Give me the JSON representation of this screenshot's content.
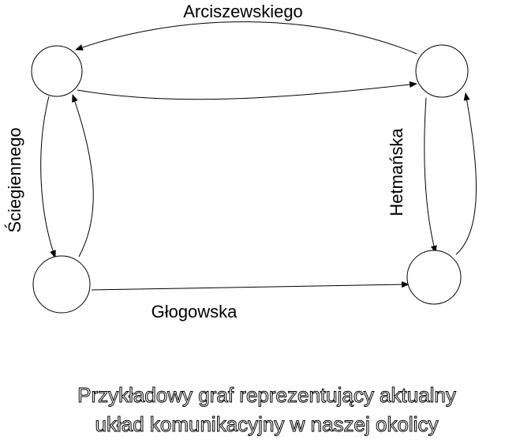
{
  "diagram": {
    "nodes": [
      {
        "id": "top-left"
      },
      {
        "id": "top-right"
      },
      {
        "id": "bottom-left"
      },
      {
        "id": "bottom-right"
      }
    ],
    "edges": [
      {
        "from": "top-right",
        "to": "top-left"
      },
      {
        "from": "top-left",
        "to": "top-right"
      },
      {
        "from": "top-left",
        "to": "bottom-left"
      },
      {
        "from": "bottom-left",
        "to": "top-left"
      },
      {
        "from": "top-right",
        "to": "bottom-right"
      },
      {
        "from": "bottom-right",
        "to": "top-right"
      },
      {
        "from": "bottom-left",
        "to": "bottom-right"
      }
    ],
    "labels": {
      "top": "Arciszewskiego",
      "left": "Ściegiennego",
      "right": "Hetmańska",
      "bottom": "Głogowska"
    }
  },
  "caption": {
    "line1": "Przykładowy graf reprezentujący aktualny",
    "line2": "układ komunikacyjny w naszej okolicy"
  },
  "colors": {
    "stroke": "#000000",
    "background": "#ffffff"
  }
}
